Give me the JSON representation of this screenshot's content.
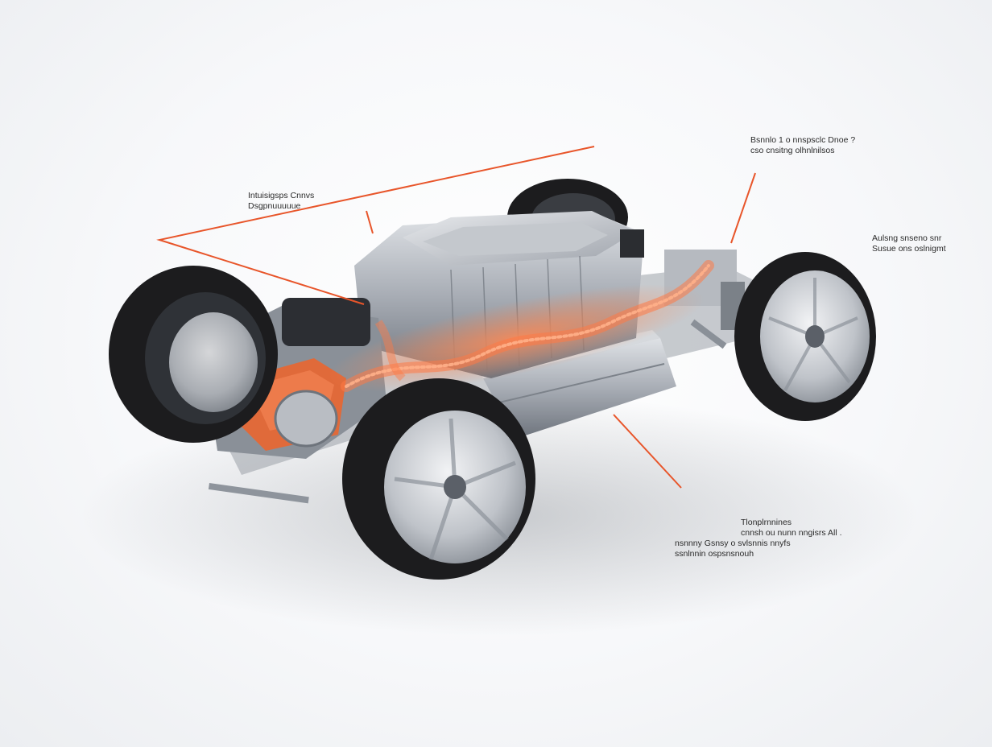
{
  "callouts": {
    "left": {
      "line1": "Intuisigsps Cnnvs",
      "line2": "Dsgpnuuuuue"
    },
    "top_right": {
      "line1": "Bsnnlo 1 o nnspsclc Dnoe ?",
      "line2": "cso cnsitng olhnlnilsos"
    },
    "right": {
      "line1": "Aulsng snseno snr",
      "line2": "Susue ons oslnigmt"
    },
    "bottom": {
      "line1": "Tlonplrnnines",
      "line2": "cnnsh ou nunn nngisrs All .",
      "line3": "nsnnny Gsnsy o  svlsnnis nnyfs",
      "line4": "ssnlnnin ospsnsnouh"
    }
  },
  "colors": {
    "accent": "#e8552a",
    "tire": "#1c1c1e",
    "rim": "#c9ccd1",
    "battery": "#a9aeb6",
    "motor_orange": "#e06a3a"
  }
}
